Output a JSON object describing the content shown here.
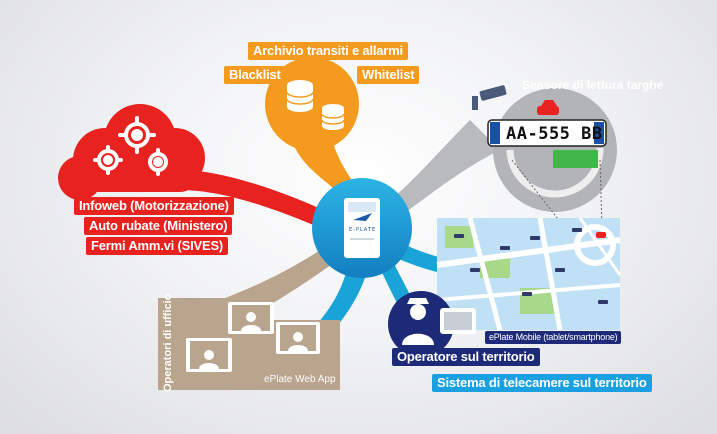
{
  "hub": {
    "brand": "E-PLATE"
  },
  "orange": {
    "archive": "Archivio transiti e allarmi",
    "blacklist": "Blacklist",
    "whitelist": "Whitelist"
  },
  "red": {
    "items": [
      "Infoweb (Motorizzazione)",
      "Auto rubate (Ministero)",
      "Fermi Amm.vi (SIVES)"
    ]
  },
  "sensor": {
    "title": "Sensore di lettura targhe",
    "plate": "AA-555 BB"
  },
  "office": {
    "vertical": "Operatori di ufficio",
    "app": "ePlate Web App"
  },
  "field": {
    "mobile": "ePlate Mobile (tablet/smartphone)",
    "operator": "Operatore sul territorio",
    "cameras": "Sistema di telecamere sul territorio"
  },
  "colors": {
    "orange": "#f49a1e",
    "red": "#e8221f",
    "teal": "#1aa3d6",
    "navy": "#1c2a78",
    "blue": "#1a9fe0",
    "gray": "#b2b4b7",
    "tan": "#b9a48d"
  }
}
